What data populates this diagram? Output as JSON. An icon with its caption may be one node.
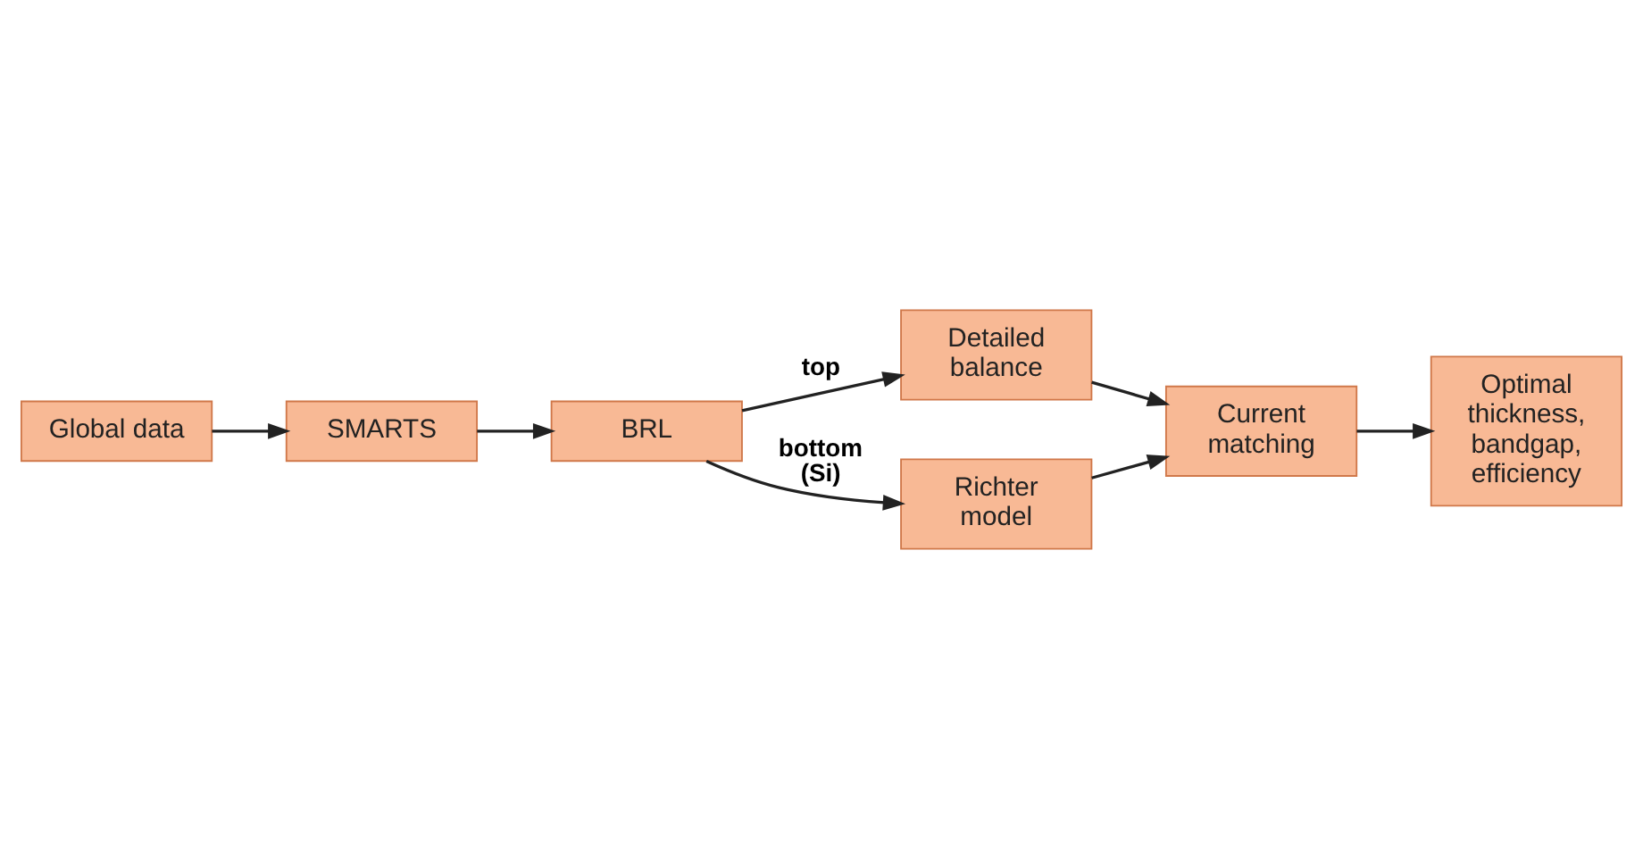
{
  "diagram": {
    "nodes": [
      {
        "text": [
          "BRL"
        ]
      },
      {
        "text": [
          "SMARTS"
        ]
      },
      {
        "text": [
          "Global data"
        ]
      },
      {
        "text": [
          "Detailed balance"
        ]
      },
      {
        "text": [
          "Richter model"
        ]
      },
      {
        "text": [
          "Current matching"
        ]
      },
      {
        "text": [
          "Optimal thickness, bandgap, efficiency"
        ]
      }
    ],
    "edges": [
      {
        "from": 2,
        "to": 1,
        "arrow": "to"
      },
      {
        "from": 1,
        "to": 0,
        "arrow": "to"
      },
      {
        "from": 0,
        "to": 3,
        "arrow": "to",
        "label": "top"
      },
      {
        "from": 0,
        "to": 4,
        "arrow": "to",
        "label": "bottom (Si)"
      },
      {
        "from": 3,
        "to": 5,
        "arrow": "to"
      },
      {
        "from": 4,
        "to": 5,
        "arrow": "to"
      },
      {
        "from": 5,
        "to": 6,
        "arrow": "to"
      }
    ]
  }
}
